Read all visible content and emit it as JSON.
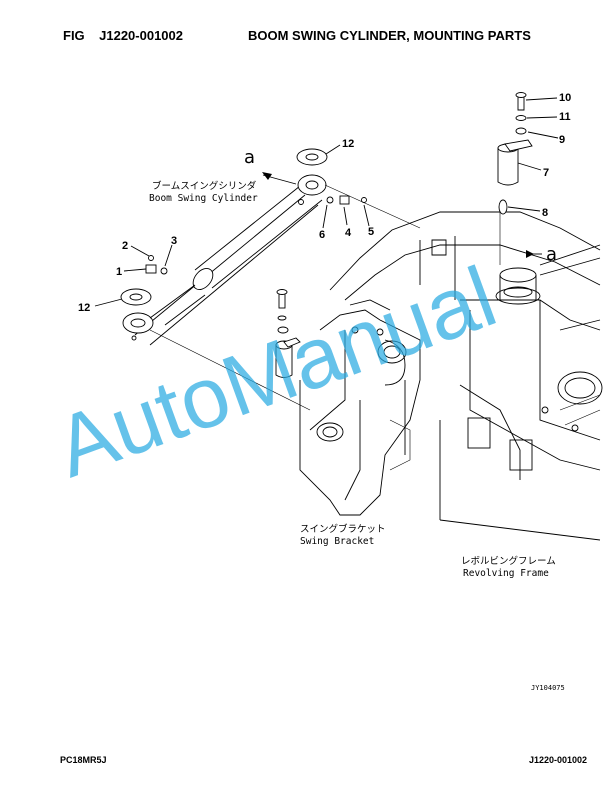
{
  "header": {
    "fig_label": "FIG",
    "fig_number": "J1220-001002",
    "title": "BOOM SWING CYLINDER, MOUNTING PARTS"
  },
  "diagram": {
    "view_marker_left": "a",
    "view_marker_right": "a",
    "callouts": [
      "1",
      "2",
      "3",
      "4",
      "5",
      "6",
      "7",
      "8",
      "9",
      "10",
      "11",
      "12",
      "12"
    ],
    "labels": {
      "boom_swing_cylinder_jp": "ブームスイングシリンダ",
      "boom_swing_cylinder_en": "Boom Swing Cylinder",
      "swing_bracket_jp": "スイングブラケット",
      "swing_bracket_en": "Swing Bracket",
      "revolving_frame_jp": "レボルビングフレーム",
      "revolving_frame_en": "Revolving Frame"
    },
    "drawing_code": "JY104075",
    "watermark": "AutoManual"
  },
  "footer": {
    "model": "PC18MR5J",
    "page_ref": "J1220-001002"
  }
}
